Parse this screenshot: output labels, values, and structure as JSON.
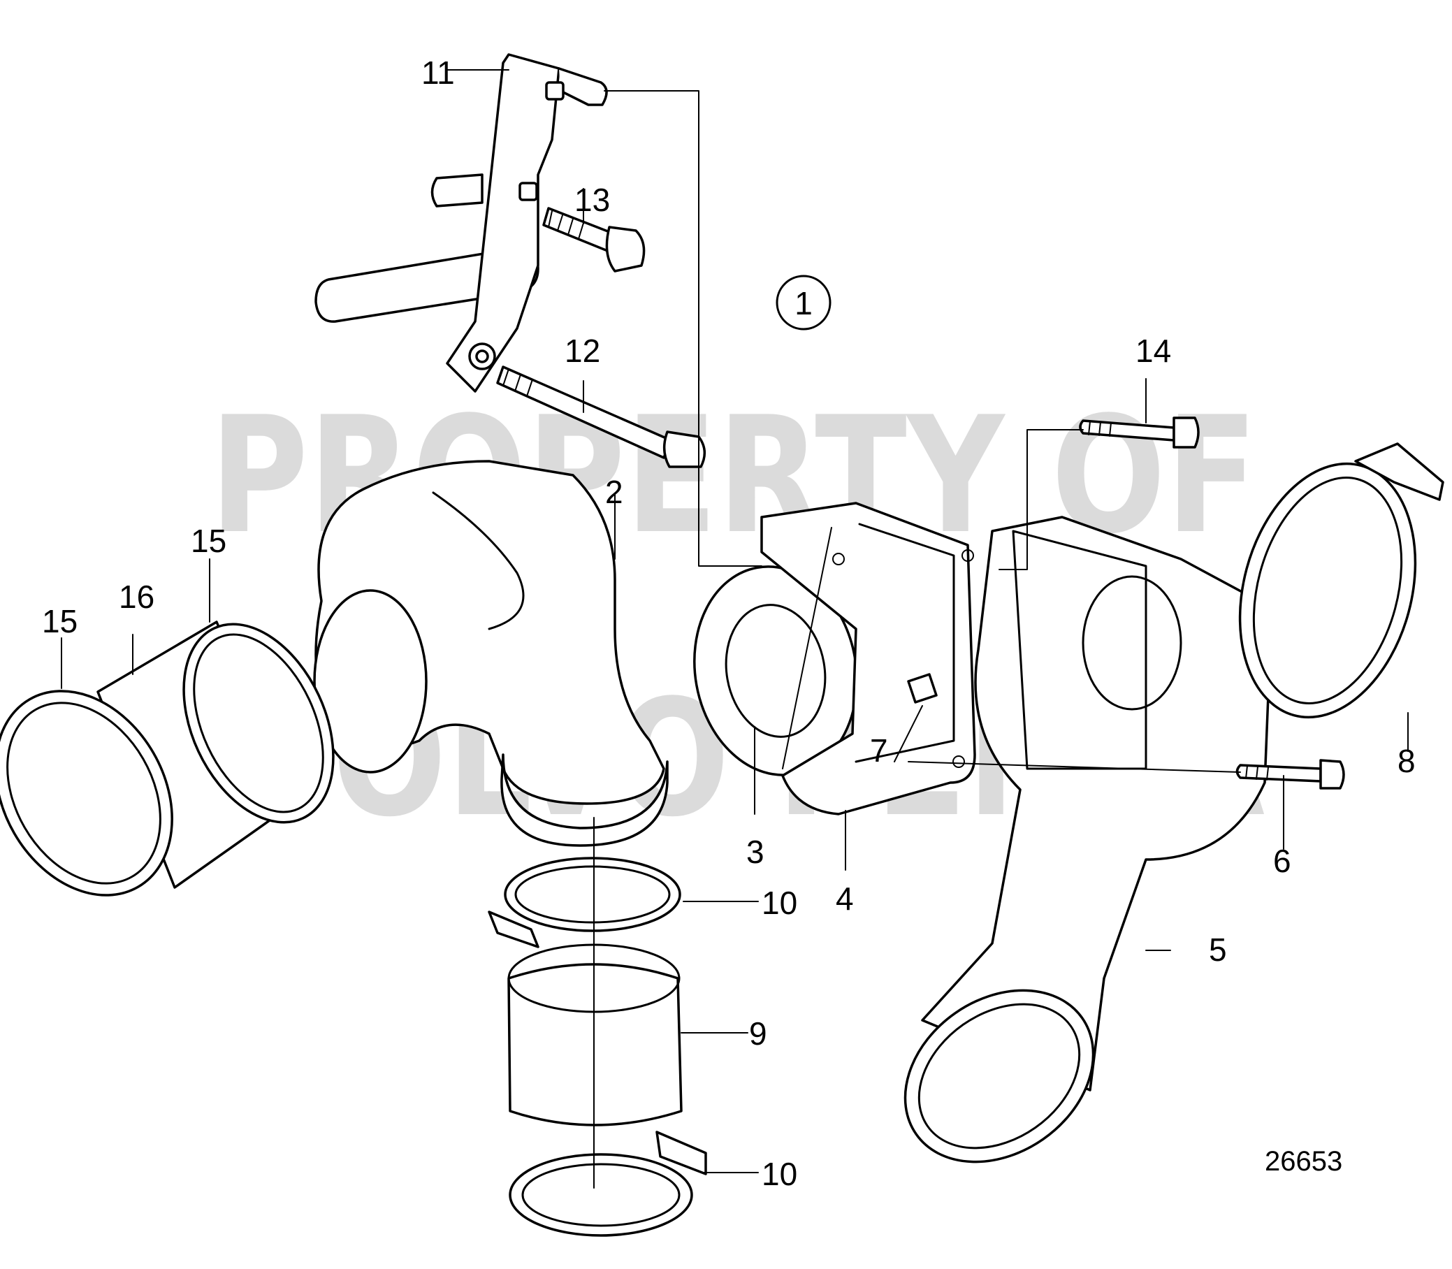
{
  "watermark": {
    "line1": "PROPERTY OF",
    "line2": "VOLVO PENTA"
  },
  "group_marker": "1",
  "reference_number": "26653",
  "callouts": [
    "11",
    "13",
    "12",
    "14",
    "2",
    "15",
    "16",
    "15",
    "3",
    "4",
    "7",
    "5",
    "6",
    "8",
    "10",
    "9",
    "10"
  ]
}
